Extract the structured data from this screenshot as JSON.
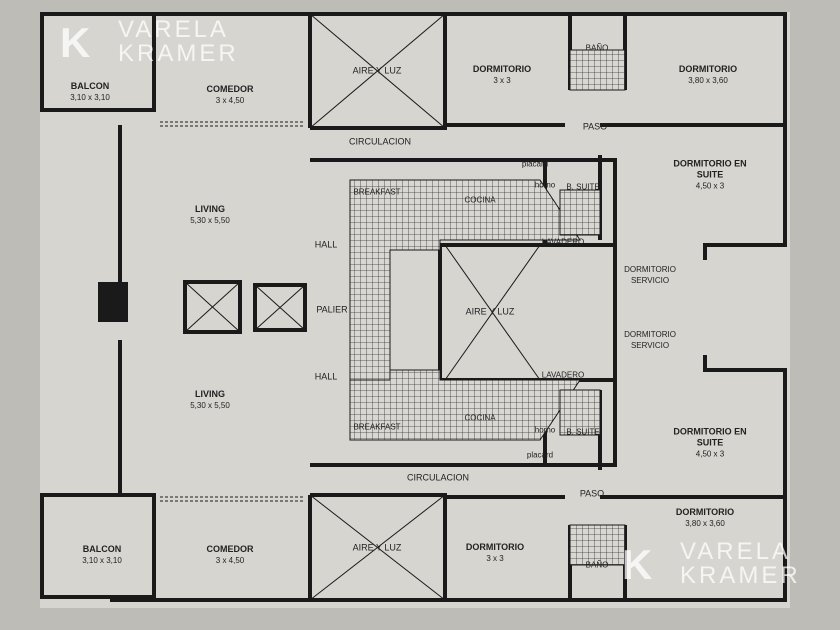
{
  "watermark": {
    "line1": "VARELA",
    "line2": "KRAMER",
    "logo_letter": "K"
  },
  "top_unit": {
    "balcon": {
      "name": "BALCON",
      "size": "3,10 x 3,10"
    },
    "comedor": {
      "name": "COMEDOR",
      "size": "3 x 4,50"
    },
    "aire_luz": "AIRE Y LUZ",
    "circulacion": "CIRCULACION",
    "dormitorio_1": {
      "name": "DORMITORIO",
      "size": "3 x 3"
    },
    "bano": "BAÑO",
    "dormitorio_2": {
      "name": "DORMITORIO",
      "size": "3,80 x 3,60"
    },
    "paso": "PASO",
    "placard": "placard",
    "horno": "horno",
    "b_suite": "B. SUITE",
    "dormitorio_suite": {
      "name": "DORMITORIO EN SUITE",
      "size": "4,50 x 3"
    },
    "breakfast": "BREAKFAST",
    "cocina": "COCINA",
    "lavadero": "LAVADERO",
    "living": {
      "name": "LIVING",
      "size": "5,30 x 5,50"
    },
    "hall": "HALL",
    "dormitorio_servicio": "DORMITORIO SERVICIO"
  },
  "core": {
    "palier": "PALIER",
    "aire_luz": "AIRE Y LUZ"
  },
  "bottom_unit": {
    "balcon": {
      "name": "BALCON",
      "size": "3,10 x 3,10"
    },
    "comedor": {
      "name": "COMEDOR",
      "size": "3 x 4,50"
    },
    "aire_luz": "AIRE Y LUZ",
    "circulacion": "CIRCULACION",
    "dormitorio_1": {
      "name": "DORMITORIO",
      "size": "3 x 3"
    },
    "bano": "BAÑO",
    "dormitorio_2": {
      "name": "DORMITORIO",
      "size": "3,80 x 3,60"
    },
    "paso": "PASO",
    "placard": "placard",
    "horno": "horno",
    "b_suite": "B. SUITE",
    "dormitorio_suite": {
      "name": "DORMITORIO EN SUITE",
      "size": "4,50 x 3"
    },
    "breakfast": "BREAKFAST",
    "cocina": "COCINA",
    "lavadero": "LAVADERO",
    "living": {
      "name": "LIVING",
      "size": "5,30 x 5,50"
    },
    "hall": "HALL",
    "dormitorio_servicio": "DORMITORIO SERVICIO"
  }
}
